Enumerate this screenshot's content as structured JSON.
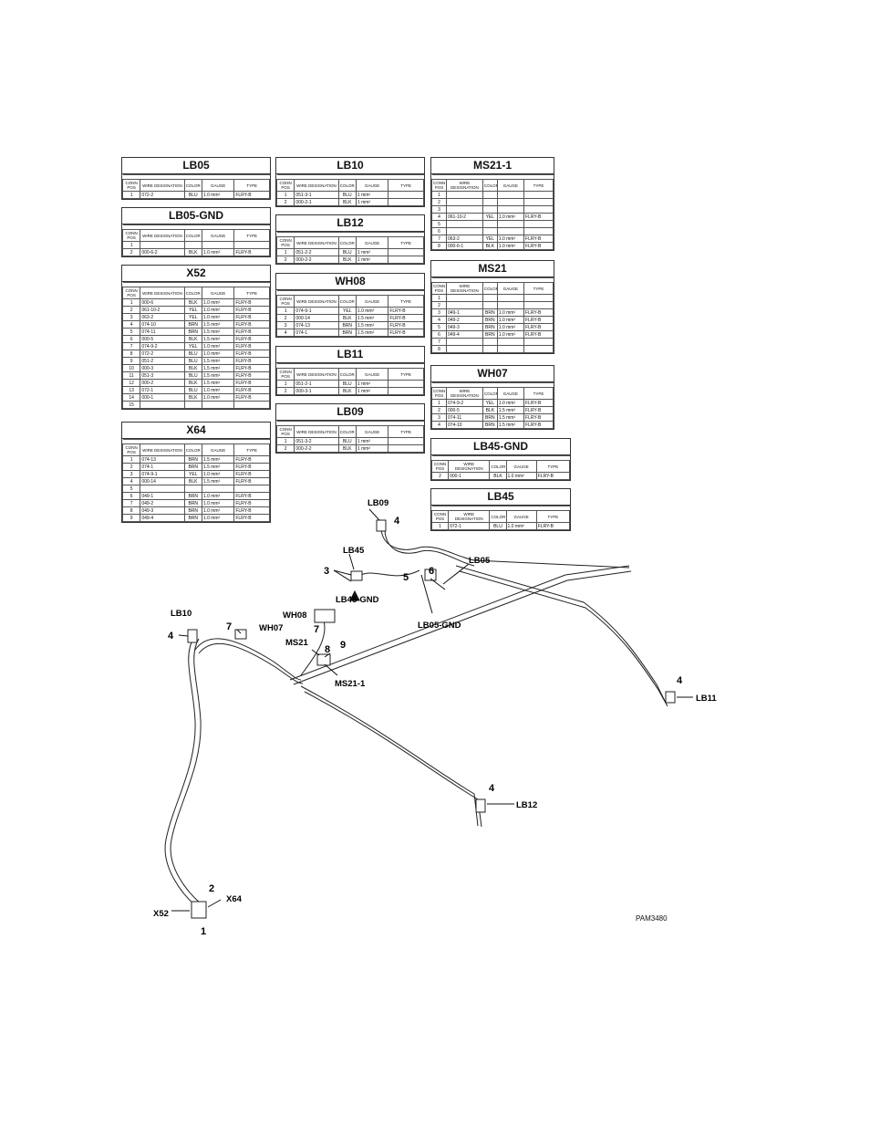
{
  "tables": [
    {
      "id": "LB05",
      "title": "LB05",
      "rows": [
        [
          "1",
          "072-2",
          "BLU",
          "1.0",
          "mm²",
          "FLRY-B"
        ]
      ]
    },
    {
      "id": "LB05-GND",
      "title": "LB05-GND",
      "rows": [
        [
          "1",
          "",
          "",
          "",
          "",
          ""
        ],
        [
          "2",
          "000-6-2",
          "BLK",
          "1.0",
          "mm²",
          "FLRY-B"
        ]
      ]
    },
    {
      "id": "X52",
      "title": "X52",
      "rows": [
        [
          "1",
          "000-6",
          "BLK",
          "1.0",
          "mm²",
          "FLRY-B"
        ],
        [
          "2",
          "061-10-2",
          "YEL",
          "1.0",
          "mm²",
          "FLRY-B"
        ],
        [
          "3",
          "063-2",
          "YEL",
          "1.0",
          "mm²",
          "FLRY-B"
        ],
        [
          "4",
          "074-10",
          "BRN",
          "1.5",
          "mm²",
          "FLRY-B"
        ],
        [
          "5",
          "074-11",
          "BRN",
          "1.5",
          "mm²",
          "FLRY-B"
        ],
        [
          "6",
          "000-5",
          "BLK",
          "1.5",
          "mm²",
          "FLRY-B"
        ],
        [
          "7",
          "074-9-2",
          "YEL",
          "1.0",
          "mm²",
          "FLRY-B"
        ],
        [
          "8",
          "072-2",
          "BLU",
          "1.0",
          "mm²",
          "FLRY-B"
        ],
        [
          "9",
          "051-2",
          "BLU",
          "1.5",
          "mm²",
          "FLRY-B"
        ],
        [
          "10",
          "000-3",
          "BLK",
          "1.5",
          "mm²",
          "FLRY-B"
        ],
        [
          "11",
          "051-3",
          "BLU",
          "1.5",
          "mm²",
          "FLRY-B"
        ],
        [
          "12",
          "000-2",
          "BLK",
          "1.5",
          "mm²",
          "FLRY-B"
        ],
        [
          "13",
          "072-1",
          "BLU",
          "1.0",
          "mm²",
          "FLRY-B"
        ],
        [
          "14",
          "000-1",
          "BLK",
          "1.0",
          "mm²",
          "FLRY-B"
        ],
        [
          "15",
          "",
          "",
          "",
          "",
          ""
        ]
      ]
    },
    {
      "id": "X64",
      "title": "X64",
      "rows": [
        [
          "1",
          "074-13",
          "BRN",
          "1.5",
          "mm²",
          "FLRY-B"
        ],
        [
          "2",
          "074-1",
          "BRN",
          "1.5",
          "mm²",
          "FLRY-B"
        ],
        [
          "3",
          "074-9-1",
          "YEL",
          "1.0",
          "mm²",
          "FLRY-B"
        ],
        [
          "4",
          "000-14",
          "BLK",
          "1.5",
          "mm²",
          "FLRY-B"
        ],
        [
          "5",
          "",
          "",
          "",
          "",
          ""
        ],
        [
          "6",
          "049-1",
          "BRN",
          "1.0",
          "mm²",
          "FLRY-B"
        ],
        [
          "7",
          "049-2",
          "BRN",
          "1.0",
          "mm²",
          "FLRY-B"
        ],
        [
          "8",
          "049-3",
          "BRN",
          "1.0",
          "mm²",
          "FLRY-B"
        ],
        [
          "9",
          "049-4",
          "BRN",
          "1.0",
          "mm²",
          "FLRY-B"
        ]
      ]
    },
    {
      "id": "LB10",
      "title": "LB10",
      "rows": [
        [
          "1",
          "051-3-1",
          "BLU",
          "1",
          "mm²",
          ""
        ],
        [
          "2",
          "000-2-1",
          "BLK",
          "1",
          "mm²",
          ""
        ]
      ]
    },
    {
      "id": "LB12",
      "title": "LB12",
      "rows": [
        [
          "1",
          "051-2-2",
          "BLU",
          "1",
          "mm²",
          ""
        ],
        [
          "2",
          "000-2-2",
          "BLK",
          "1",
          "mm²",
          ""
        ]
      ]
    },
    {
      "id": "WH08",
      "title": "WH08",
      "rows": [
        [
          "1",
          "074-9-1",
          "YEL",
          "1.0",
          "mm²",
          "FLRY-B"
        ],
        [
          "2",
          "000-14",
          "BLK",
          "1.5",
          "mm²",
          "FLRY-B"
        ],
        [
          "3",
          "074-13",
          "BRN",
          "1.5",
          "mm²",
          "FLRY-B"
        ],
        [
          "4",
          "074-1",
          "BRN",
          "1.5",
          "mm²",
          "FLRY-B"
        ]
      ]
    },
    {
      "id": "LB11",
      "title": "LB11",
      "rows": [
        [
          "1",
          "051-2-1",
          "BLU",
          "1",
          "mm²",
          ""
        ],
        [
          "2",
          "000-3-1",
          "BLK",
          "1",
          "mm²",
          ""
        ]
      ]
    },
    {
      "id": "LB09",
      "title": "LB09",
      "rows": [
        [
          "1",
          "051-3-2",
          "BLU",
          "1",
          "mm²",
          ""
        ],
        [
          "2",
          "000-2-2",
          "BLK",
          "1",
          "mm²",
          ""
        ]
      ]
    },
    {
      "id": "MS21-1",
      "title": "MS21-1",
      "rows": [
        [
          "1",
          "",
          "",
          "",
          "",
          ""
        ],
        [
          "2",
          "",
          "",
          "",
          "",
          ""
        ],
        [
          "3",
          "",
          "",
          "",
          "",
          ""
        ],
        [
          "4",
          "061-10-2",
          "YEL",
          "1.0",
          "mm²",
          "FLRY-B"
        ],
        [
          "5",
          "",
          "",
          "",
          "",
          ""
        ],
        [
          "6",
          "",
          "",
          "",
          "",
          ""
        ],
        [
          "7",
          "063-2",
          "YEL",
          "1.0",
          "mm²",
          "FLRY-B"
        ],
        [
          "8",
          "000-6-1",
          "BLK",
          "1.0",
          "mm²",
          "FLRY-B"
        ]
      ]
    },
    {
      "id": "MS21",
      "title": "MS21",
      "rows": [
        [
          "1",
          "",
          "",
          "",
          "",
          ""
        ],
        [
          "2",
          "",
          "",
          "",
          "",
          ""
        ],
        [
          "3",
          "049-1",
          "BRN",
          "1.0",
          "mm²",
          "FLRY-B"
        ],
        [
          "4",
          "049-2",
          "BRN",
          "1.0",
          "mm²",
          "FLRY-B"
        ],
        [
          "5",
          "049-3",
          "BRN",
          "1.0",
          "mm²",
          "FLRY-B"
        ],
        [
          "6",
          "049-4",
          "BRN",
          "1.0",
          "mm²",
          "FLRY-B"
        ],
        [
          "7",
          "",
          "",
          "",
          "",
          ""
        ],
        [
          "8",
          "",
          "",
          "",
          "",
          ""
        ]
      ]
    },
    {
      "id": "WH07",
      "title": "WH07",
      "rows": [
        [
          "1",
          "074-9-2",
          "YEL",
          "1.0",
          "mm²",
          "FLRY-B"
        ],
        [
          "2",
          "000-5",
          "BLK",
          "1.5",
          "mm²",
          "FLRY-B"
        ],
        [
          "3",
          "074-11",
          "BRN",
          "1.5",
          "mm²",
          "FLRY-B"
        ],
        [
          "4",
          "074-10",
          "BRN",
          "1.5",
          "mm²",
          "FLRY-B"
        ]
      ]
    },
    {
      "id": "LB45-GND",
      "title": "LB45-GND",
      "rows": [
        [
          "2",
          "000-1",
          "BLK",
          "1.0",
          "mm²",
          "FLRY-B"
        ]
      ]
    },
    {
      "id": "LB45",
      "title": "LB45",
      "rows": [
        [
          "1",
          "072-1",
          "BLU",
          "1.0",
          "mm²",
          "FLRY-B"
        ]
      ]
    }
  ],
  "headers": {
    "conn": "CONN POS",
    "wire": "WIRE DESIGNATION",
    "color": "COLOR",
    "gauge": "GAUGE",
    "type": "TYPE"
  },
  "callouts": [
    {
      "id": "LB09",
      "text": "LB09"
    },
    {
      "id": "LB45",
      "text": "LB45"
    },
    {
      "id": "LB45-GND",
      "text": "LB45-GND"
    },
    {
      "id": "LB05",
      "text": "LB05"
    },
    {
      "id": "LB05-GND",
      "text": "LB05-GND"
    },
    {
      "id": "LB10",
      "text": "LB10"
    },
    {
      "id": "WH07",
      "text": "WH07"
    },
    {
      "id": "WH08",
      "text": "WH08"
    },
    {
      "id": "MS21",
      "text": "MS21"
    },
    {
      "id": "MS21-1",
      "text": "MS21-1"
    },
    {
      "id": "LB11",
      "text": "LB11"
    },
    {
      "id": "LB12",
      "text": "LB12"
    },
    {
      "id": "X52",
      "text": "X52"
    },
    {
      "id": "X64",
      "text": "X64"
    }
  ],
  "numbers": [
    "4",
    "3",
    "5",
    "6",
    "4",
    "7",
    "7",
    "8",
    "9",
    "4",
    "4",
    "2",
    "1"
  ],
  "figure_id": "PAM3480"
}
